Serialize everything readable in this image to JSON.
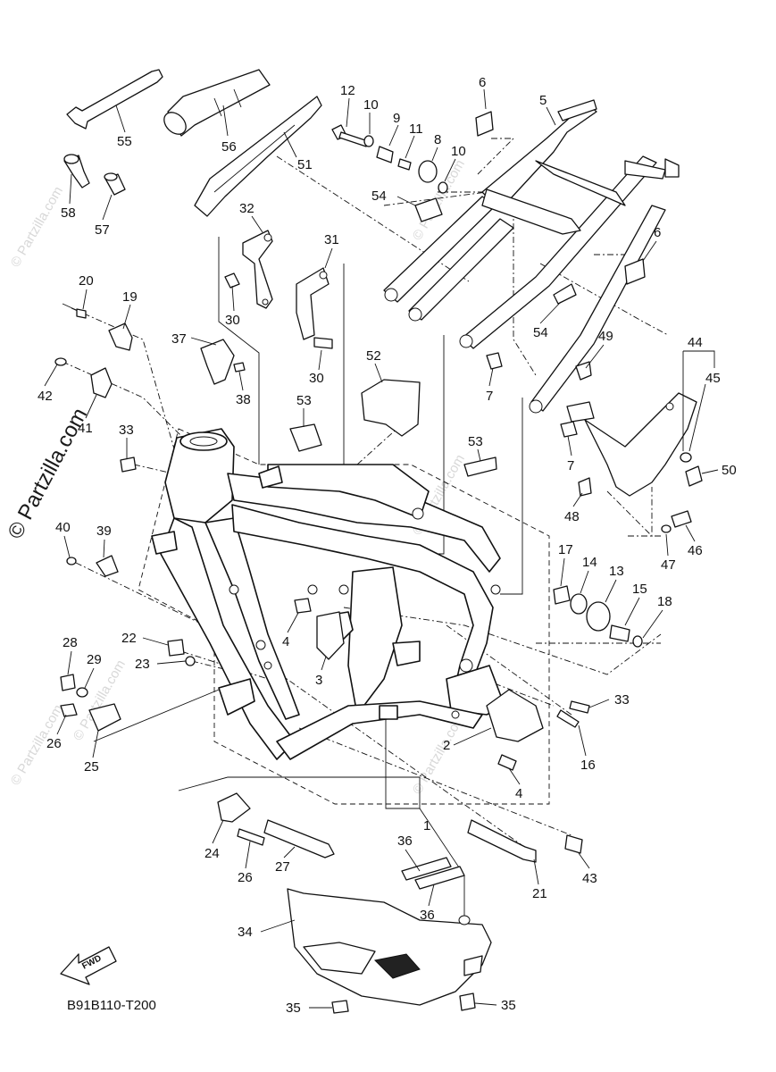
{
  "watermarks": {
    "left_vertical": "© Partzilla.com",
    "faint": "© Partzilla.com"
  },
  "diagram_code": "B91B110-T200",
  "fwd_label": "FWD",
  "callouts": [
    {
      "id": "c55a",
      "text": "55"
    },
    {
      "id": "c56",
      "text": "56"
    },
    {
      "id": "c51",
      "text": "51"
    },
    {
      "id": "c58",
      "text": "58"
    },
    {
      "id": "c57",
      "text": "57"
    },
    {
      "id": "c12",
      "text": "12"
    },
    {
      "id": "c10a",
      "text": "10"
    },
    {
      "id": "c9",
      "text": "9"
    },
    {
      "id": "c11",
      "text": "11"
    },
    {
      "id": "c8",
      "text": "8"
    },
    {
      "id": "c10b",
      "text": "10"
    },
    {
      "id": "c6a",
      "text": "6"
    },
    {
      "id": "c5",
      "text": "5"
    },
    {
      "id": "c54a",
      "text": "54"
    },
    {
      "id": "c6b",
      "text": "6"
    },
    {
      "id": "c32",
      "text": "32"
    },
    {
      "id": "c31",
      "text": "31"
    },
    {
      "id": "c30a",
      "text": "30"
    },
    {
      "id": "c30b",
      "text": "30"
    },
    {
      "id": "c54b",
      "text": "54"
    },
    {
      "id": "c49",
      "text": "49"
    },
    {
      "id": "c44",
      "text": "44"
    },
    {
      "id": "c45",
      "text": "45"
    },
    {
      "id": "c20",
      "text": "20"
    },
    {
      "id": "c19",
      "text": "19"
    },
    {
      "id": "c37",
      "text": "37"
    },
    {
      "id": "c38",
      "text": "38"
    },
    {
      "id": "c52",
      "text": "52"
    },
    {
      "id": "c7a",
      "text": "7"
    },
    {
      "id": "c42",
      "text": "42"
    },
    {
      "id": "c41",
      "text": "41"
    },
    {
      "id": "c33a",
      "text": "33"
    },
    {
      "id": "c53a",
      "text": "53"
    },
    {
      "id": "c53b",
      "text": "53"
    },
    {
      "id": "c7b",
      "text": "7"
    },
    {
      "id": "c50",
      "text": "50"
    },
    {
      "id": "c48",
      "text": "48"
    },
    {
      "id": "c40",
      "text": "40"
    },
    {
      "id": "c39",
      "text": "39"
    },
    {
      "id": "c46",
      "text": "46"
    },
    {
      "id": "c47",
      "text": "47"
    },
    {
      "id": "c17",
      "text": "17"
    },
    {
      "id": "c14",
      "text": "14"
    },
    {
      "id": "c13",
      "text": "13"
    },
    {
      "id": "c15",
      "text": "15"
    },
    {
      "id": "c18",
      "text": "18"
    },
    {
      "id": "c4a",
      "text": "4"
    },
    {
      "id": "c3",
      "text": "3"
    },
    {
      "id": "c28",
      "text": "28"
    },
    {
      "id": "c22",
      "text": "22"
    },
    {
      "id": "c23",
      "text": "23"
    },
    {
      "id": "c29",
      "text": "29"
    },
    {
      "id": "c33b",
      "text": "33"
    },
    {
      "id": "c26a",
      "text": "26"
    },
    {
      "id": "c25",
      "text": "25"
    },
    {
      "id": "c2",
      "text": "2"
    },
    {
      "id": "c16",
      "text": "16"
    },
    {
      "id": "c4b",
      "text": "4"
    },
    {
      "id": "c1",
      "text": "1"
    },
    {
      "id": "c24",
      "text": "24"
    },
    {
      "id": "c26b",
      "text": "26"
    },
    {
      "id": "c27",
      "text": "27"
    },
    {
      "id": "c36a",
      "text": "36"
    },
    {
      "id": "c43",
      "text": "43"
    },
    {
      "id": "c21",
      "text": "21"
    },
    {
      "id": "c34",
      "text": "34"
    },
    {
      "id": "c36b",
      "text": "36"
    },
    {
      "id": "c35a",
      "text": "35"
    },
    {
      "id": "c35b",
      "text": "35"
    }
  ]
}
